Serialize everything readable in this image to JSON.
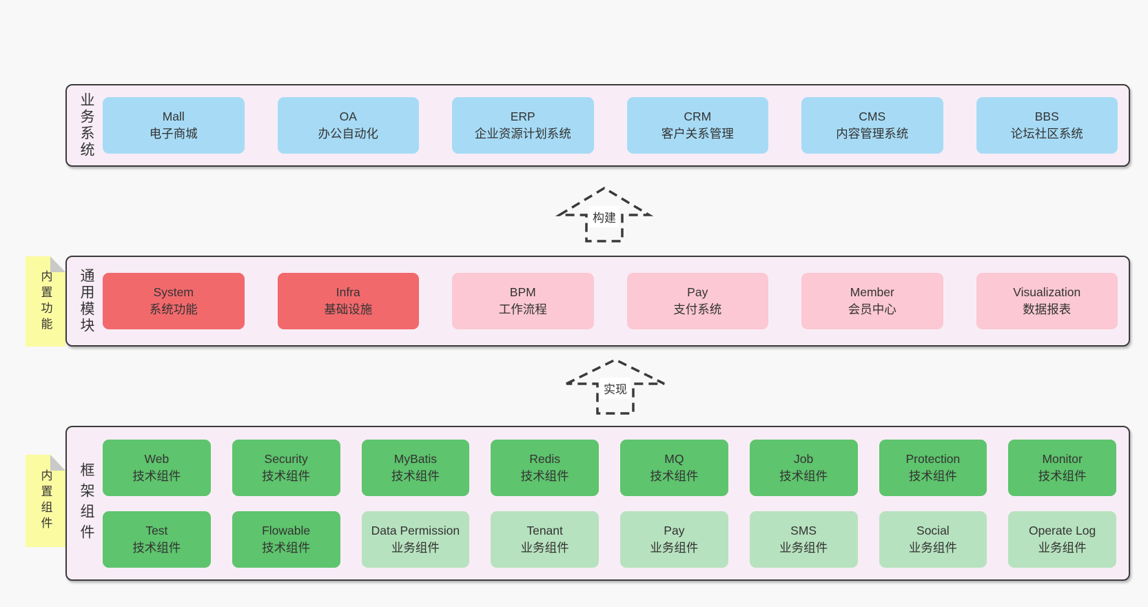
{
  "colors": {
    "page_bg": "#f8f8f8",
    "container_bg": "#f8edf6",
    "container_border": "#3a3a3a",
    "blue": "#a7dbf5",
    "red": "#f2696c",
    "pink": "#fbc8d3",
    "green": "#5ec46d",
    "light_green": "#b7e2bf",
    "note_yellow": "#fbfba2",
    "text": "#333333"
  },
  "sections": {
    "business": {
      "label": "业务系统",
      "boxes": [
        {
          "title": "Mall",
          "subtitle": "电子商城"
        },
        {
          "title": "OA",
          "subtitle": "办公自动化"
        },
        {
          "title": "ERP",
          "subtitle": "企业资源计划系统"
        },
        {
          "title": "CRM",
          "subtitle": "客户关系管理"
        },
        {
          "title": "CMS",
          "subtitle": "内容管理系统"
        },
        {
          "title": "BBS",
          "subtitle": "论坛社区系统"
        }
      ]
    },
    "modules": {
      "label": "通用模块",
      "note": "内置功能",
      "boxes": [
        {
          "title": "System",
          "subtitle": "系统功能"
        },
        {
          "title": "Infra",
          "subtitle": "基础设施"
        },
        {
          "title": "BPM",
          "subtitle": "工作流程"
        },
        {
          "title": "Pay",
          "subtitle": "支付系统"
        },
        {
          "title": "Member",
          "subtitle": "会员中心"
        },
        {
          "title": "Visualization",
          "subtitle": "数据报表"
        }
      ]
    },
    "components": {
      "label": "框架组件",
      "note": "内置组件",
      "row1": [
        {
          "title": "Web",
          "subtitle": "技术组件"
        },
        {
          "title": "Security",
          "subtitle": "技术组件"
        },
        {
          "title": "MyBatis",
          "subtitle": "技术组件"
        },
        {
          "title": "Redis",
          "subtitle": "技术组件"
        },
        {
          "title": "MQ",
          "subtitle": "技术组件"
        },
        {
          "title": "Job",
          "subtitle": "技术组件"
        },
        {
          "title": "Protection",
          "subtitle": "技术组件"
        },
        {
          "title": "Monitor",
          "subtitle": "技术组件"
        }
      ],
      "row2": [
        {
          "title": "Test",
          "subtitle": "技术组件"
        },
        {
          "title": "Flowable",
          "subtitle": "技术组件"
        },
        {
          "title": "Data Permission",
          "subtitle": "业务组件"
        },
        {
          "title": "Tenant",
          "subtitle": "业务组件"
        },
        {
          "title": "Pay",
          "subtitle": "业务组件"
        },
        {
          "title": "SMS",
          "subtitle": "业务组件"
        },
        {
          "title": "Social",
          "subtitle": "业务组件"
        },
        {
          "title": "Operate Log",
          "subtitle": "业务组件"
        }
      ]
    }
  },
  "arrows": [
    {
      "label": "构建"
    },
    {
      "label": "实现"
    }
  ]
}
